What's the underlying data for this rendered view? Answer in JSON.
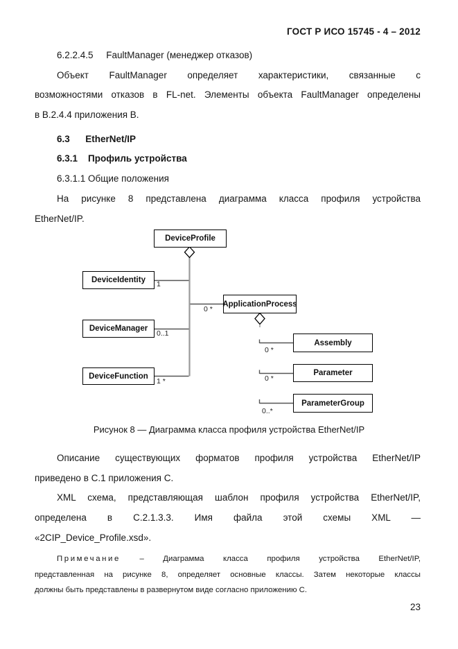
{
  "header": {
    "doc_code": "ГОСТ Р ИСО 15745 - 4 – 2012"
  },
  "sections": {
    "fault_manager": {
      "heading": "6.2.2.4.5     FaultManager (менеджер отказов)",
      "line1": "Объект FaultManager определяет характеристики, связанные с",
      "line2": "возможностями отказов в FL-net. Элементы объекта FaultManager определены",
      "line3": "в В.2.4.4 приложения В."
    },
    "ethernet_ip": {
      "heading_6_3": "6.3      EtherNet/IP",
      "heading_6_3_1": "6.3.1    Профиль устройства",
      "heading_6_3_1_1": "6.3.1.1 Общие положения",
      "intro_line1": "На рисунке 8 представлена диаграмма класса профиля устройства",
      "intro_line2": "EtherNet/IP."
    },
    "after_figure": {
      "p1_line1": "Описание существующих форматов профиля устройства EtherNet/IP",
      "p1_line2": "приведено в С.1 приложения С.",
      "p2_line1": "XML схема, представляющая шаблон профиля устройства EtherNet/IP,",
      "p2_line2": "определена в С.2.1.3.3. Имя файла этой схемы XML —",
      "p2_line3": "«2CIP_Device_Profile.xsd»."
    }
  },
  "diagram": {
    "caption": "Рисунок 8 — Диаграмма класса профиля устройства EtherNet/IP",
    "classes": {
      "device_profile": "DeviceProfile",
      "device_identity": "DeviceIdentity",
      "device_manager": "DeviceManager",
      "device_function": "DeviceFunction",
      "application_process": "ApplicationProcess",
      "assembly": "Assembly",
      "parameter": "Parameter",
      "parameter_group": "ParameterGroup"
    },
    "multiplicities": {
      "device_identity": "1",
      "application_process": "0 *",
      "device_manager": "0..1",
      "device_function": "1 *",
      "assembly": "0 *",
      "parameter": "0 *",
      "parameter_group": "0..*"
    },
    "colors": {
      "box_border": "#000000",
      "connector": "#555555",
      "spine": "#9a9a9a"
    }
  },
  "note": {
    "label": "Примечание",
    "line1_rest": " – Диаграмма класса профиля устройства EtherNet/IP,",
    "line2": "представленная на рисунке 8, определяет основные классы. Затем некоторые классы",
    "line3": "должны быть представлены в развернутом виде согласно приложению С."
  },
  "footer": {
    "page_number": "23"
  }
}
